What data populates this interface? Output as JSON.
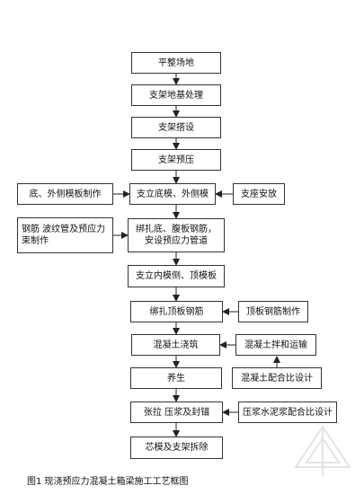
{
  "nodes": {
    "n1": "平整场地",
    "n2": "支架地基处理",
    "n3": "支架搭设",
    "n4": "支架预压",
    "n5": "支立底模、外侧模",
    "n6": "绑扎底、腹板钢筋，安设预应力管道",
    "n7": "支立内模侧、顶模板",
    "n8": "绑扎顶板钢筋",
    "n9": "混凝土浇筑",
    "n10": "养生",
    "n11": "张拉  压浆及封锚",
    "n12": "芯模及支架拆除"
  },
  "side": {
    "s1": "底、外侧模板制作",
    "s2": "支座安放",
    "s3": "钢筋  波纹管及预应力束制作",
    "s4": "顶板钢筋制作",
    "s5": "混凝土拌和运输",
    "s6": "混凝土配合比设计",
    "s7": "压浆水泥浆配合比设计"
  },
  "caption": "图1      现浇预应力混凝土箱梁施工工艺框图"
}
